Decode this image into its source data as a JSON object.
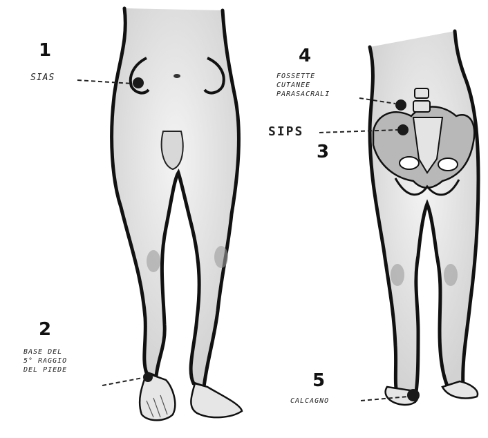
{
  "markers": [
    {
      "number": "1",
      "label": "SIAS"
    },
    {
      "number": "2",
      "label_lines": [
        "BASE DEL",
        "5° RAGGIO",
        "DEL PIEDE"
      ]
    },
    {
      "number": "3",
      "label": "SIPS"
    },
    {
      "number": "4",
      "label_lines": [
        "FOSSETTE",
        "CUTANEE",
        "PARASACRALI"
      ]
    },
    {
      "number": "5",
      "label": "CALCAGNO"
    }
  ]
}
